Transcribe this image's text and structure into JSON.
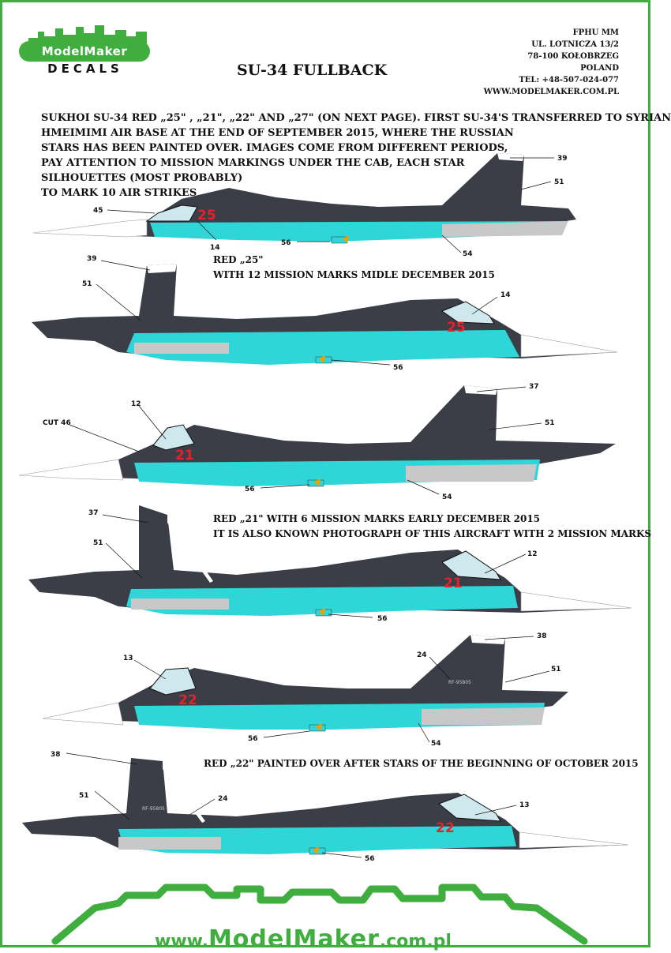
{
  "header": {
    "logo_top": "ModelMaker",
    "logo_bottom": "DECALS",
    "title": "SU-34 FULLBACK",
    "address": [
      "FPHU MM",
      "UL. LOTNICZA 13/2",
      "78-100 KOŁOBRZEG",
      "POLAND",
      "TEL: +48-507-024-077",
      "WWW.MODELMAKER.COM.PL"
    ]
  },
  "intro": [
    "SUKHOI SU-34 RED „25\" , „21\", „22\" AND „27\" (ON NEXT PAGE). FIRST  SU-34'S TRANSFERRED TO SYRIAN",
    "HMEIMIMI AIR BASE AT THE END OF SEPTEMBER 2015, WHERE THE RUSSIAN",
    "STARS HAS BEEN PAINTED OVER. IMAGES COME FROM DIFFERENT PERIODS,",
    "PAY ATTENTION TO MISSION MARKINGS  UNDER THE CAB, EACH STAR",
    "SILHOUETTES (MOST PROBABLY)",
    "TO MARK 10 AIR STRIKES"
  ],
  "captions": {
    "red25": [
      "RED „25\"",
      "WITH 12 MISSION MARKS MIDLE DECEMBER 2015"
    ],
    "red21": [
      "RED „21\" WITH 6 MISSION MARKS EARLY DECEMBER 2015",
      "IT IS ALSO KNOWN PHOTOGRAPH OF THIS AIRCRAFT WITH 2 MISSION MARKS"
    ],
    "red22": [
      "RED „22\" PAINTED OVER AFTER STARS OF THE BEGINNING OF OCTOBER 2015"
    ]
  },
  "aircraft": [
    {
      "serial": "25",
      "labels": {
        "a": "45",
        "b": "14",
        "c": "56",
        "d": "54",
        "e": "39",
        "f": "51"
      }
    },
    {
      "serial": "25",
      "labels": {
        "a": "39",
        "b": "51",
        "c": "14",
        "d": "56"
      }
    },
    {
      "serial": "21",
      "labels": {
        "a": "CUT 46",
        "b": "12",
        "c": "56",
        "d": "54",
        "e": "37",
        "f": "51"
      }
    },
    {
      "serial": "21",
      "labels": {
        "a": "37",
        "b": "51",
        "c": "12",
        "d": "56"
      }
    },
    {
      "serial": "22",
      "tail_code": "RF-95805",
      "labels": {
        "a": "13",
        "b": "56",
        "c": "54",
        "d": "24",
        "e": "38",
        "f": "51"
      }
    },
    {
      "serial": "22",
      "tail_code": "RF-95805",
      "labels": {
        "a": "38",
        "b": "51",
        "c": "24",
        "d": "13",
        "e": "56"
      }
    }
  ],
  "footer": {
    "prefix": "www.",
    "brand": "ModelMaker",
    "suffix": ".com.pl"
  },
  "colors": {
    "frame": "#3fae3f",
    "airframe": "#3b3d47",
    "underside": "#2fd6d8",
    "serial": "#e8202a"
  }
}
